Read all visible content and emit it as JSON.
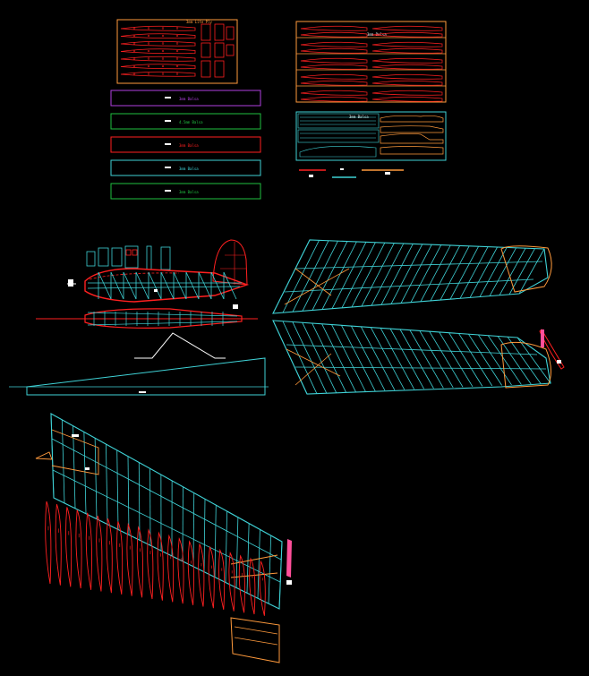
{
  "drawing": {
    "background": "#000000",
    "colors": {
      "red": "#ff2020",
      "orange": "#ff9a3c",
      "cyan": "#3fd2d6",
      "green": "#20c040",
      "magenta": "#b040e0",
      "white": "#ffffff",
      "pink": "#ff4f9a"
    },
    "sheet_labels": {
      "lite_ply": "3mm Lite Ply",
      "balsa_3mm_a": "3mm Balsa",
      "balsa_3mm_b": "3mm Balsa"
    },
    "material_legend": [
      {
        "label": "3mm Balsa",
        "color": "#b040e0"
      },
      {
        "label": "4.5mm Balsa",
        "color": "#20c040"
      },
      {
        "label": "3mm Balsa",
        "color": "#ff2020"
      },
      {
        "label": "3mm Balsa",
        "color": "#3fd2d6"
      },
      {
        "label": "3mm Balsa",
        "color": "#20c040"
      }
    ]
  }
}
